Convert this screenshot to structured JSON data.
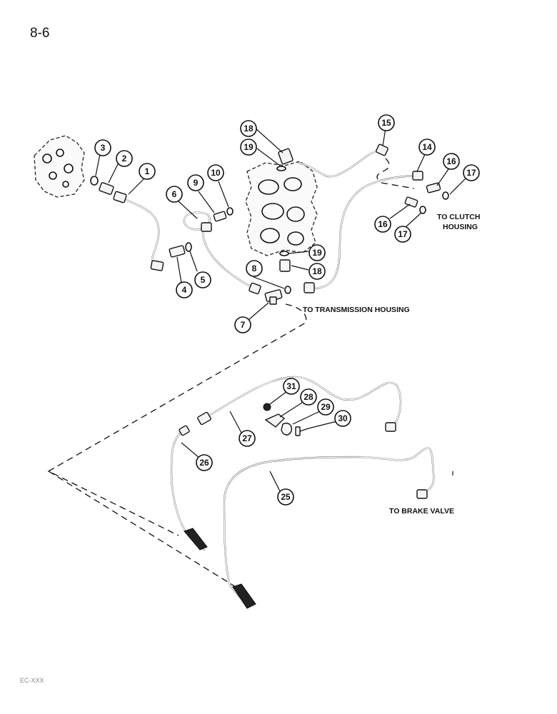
{
  "page": {
    "number": "8-6",
    "footer_code": "EC-XXX"
  },
  "notes": {
    "to_clutch_line1": "TO CLUTCH",
    "to_clutch_line2": "HOUSING",
    "to_transmission": "TO TRANSMISSION HOUSING",
    "to_brake_valve": "TO BRAKE VALVE"
  },
  "callouts": {
    "c1": "1",
    "c2": "2",
    "c3": "3",
    "c4": "4",
    "c5": "5",
    "c6": "6",
    "c7": "7",
    "c8": "8",
    "c9": "9",
    "c10": "10",
    "c14": "14",
    "c15": "15",
    "c16a": "16",
    "c16b": "16",
    "c17a": "17",
    "c17b": "17",
    "c18a": "18",
    "c18b": "18",
    "c19a": "19",
    "c19b": "19",
    "c25": "25",
    "c26": "26",
    "c27": "27",
    "c28": "28",
    "c29": "29",
    "c30": "30",
    "c31": "31"
  }
}
